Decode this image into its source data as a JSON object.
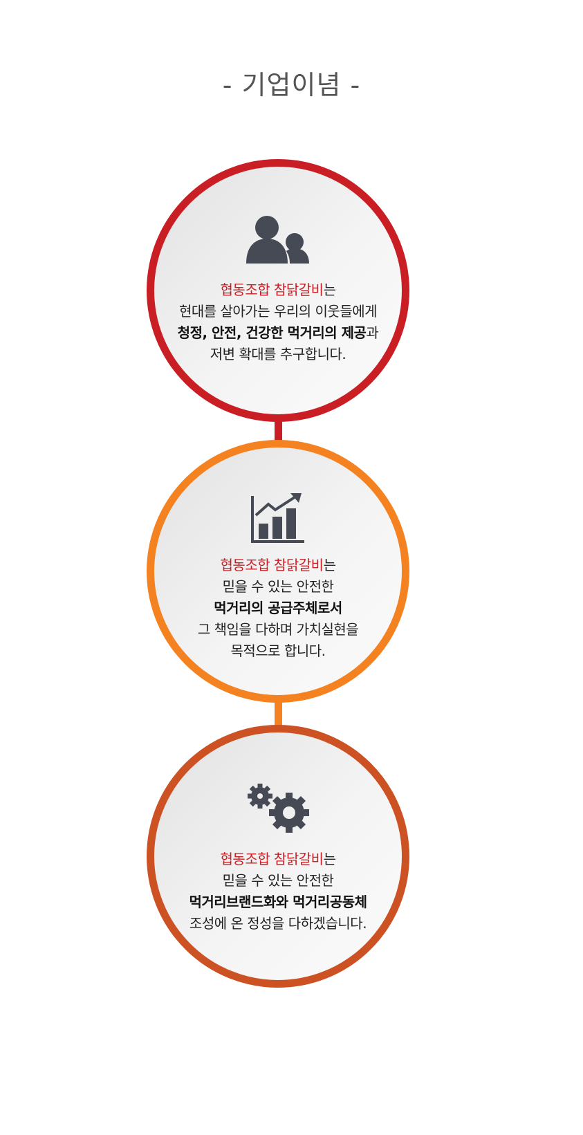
{
  "title": "- 기업이념 -",
  "colors": {
    "ring1": "#c81e24",
    "ring2": "#f58220",
    "ring3": "#cc5224",
    "icon": "#454a55",
    "highlight": "#c81e24"
  },
  "items": [
    {
      "icon": "people-icon",
      "brand": "협동조합 참닭갈비",
      "brand_suffix": "는",
      "line2": "현대를 살아가는 우리의 이웃들에게",
      "line3_bold": "청정, 안전, 건강한 먹거리의 제공",
      "line3_suffix": "과",
      "line4": "저변 확대를 추구합니다."
    },
    {
      "icon": "growth-chart-icon",
      "brand": "협동조합 참닭갈비",
      "brand_suffix": "는",
      "line2": "믿을 수 있는 안전한",
      "line3_bold": "먹거리의 공급주체로서",
      "line4": "그 책임을 다하며 가치실현을",
      "line5": "목적으로 합니다."
    },
    {
      "icon": "gears-icon",
      "brand": "협동조합 참닭갈비",
      "brand_suffix": "는",
      "line2": "믿을 수 있는 안전한",
      "line3_bold": "먹거리브랜드화와 먹거리공동체",
      "line4": "조성에 온 정성을 다하겠습니다."
    }
  ]
}
